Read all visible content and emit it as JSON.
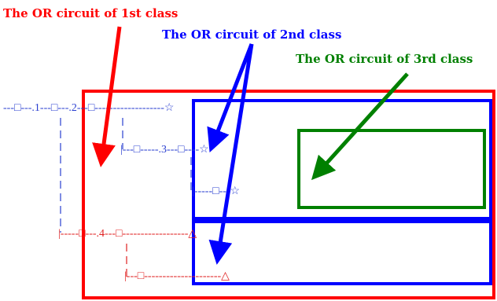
{
  "labels": {
    "class1": "The OR circuit of 1st class",
    "class2": "The OR circuit of 2nd class",
    "class3": "The OR circuit of 3rd class"
  },
  "tree": {
    "row1": "---□---.1---□---.2---□-------------------☆",
    "row2": "|---□-----.3---□----☆",
    "row3": "|-----□---☆",
    "row4": "|-----□---.4---□------------------△",
    "row5": "|---□---------------------△"
  },
  "colors": {
    "class1": "#ff0000",
    "class2": "#0000ff",
    "class3": "#008000",
    "branch_blue": "#2a3fd0",
    "branch_red": "#e02020"
  }
}
